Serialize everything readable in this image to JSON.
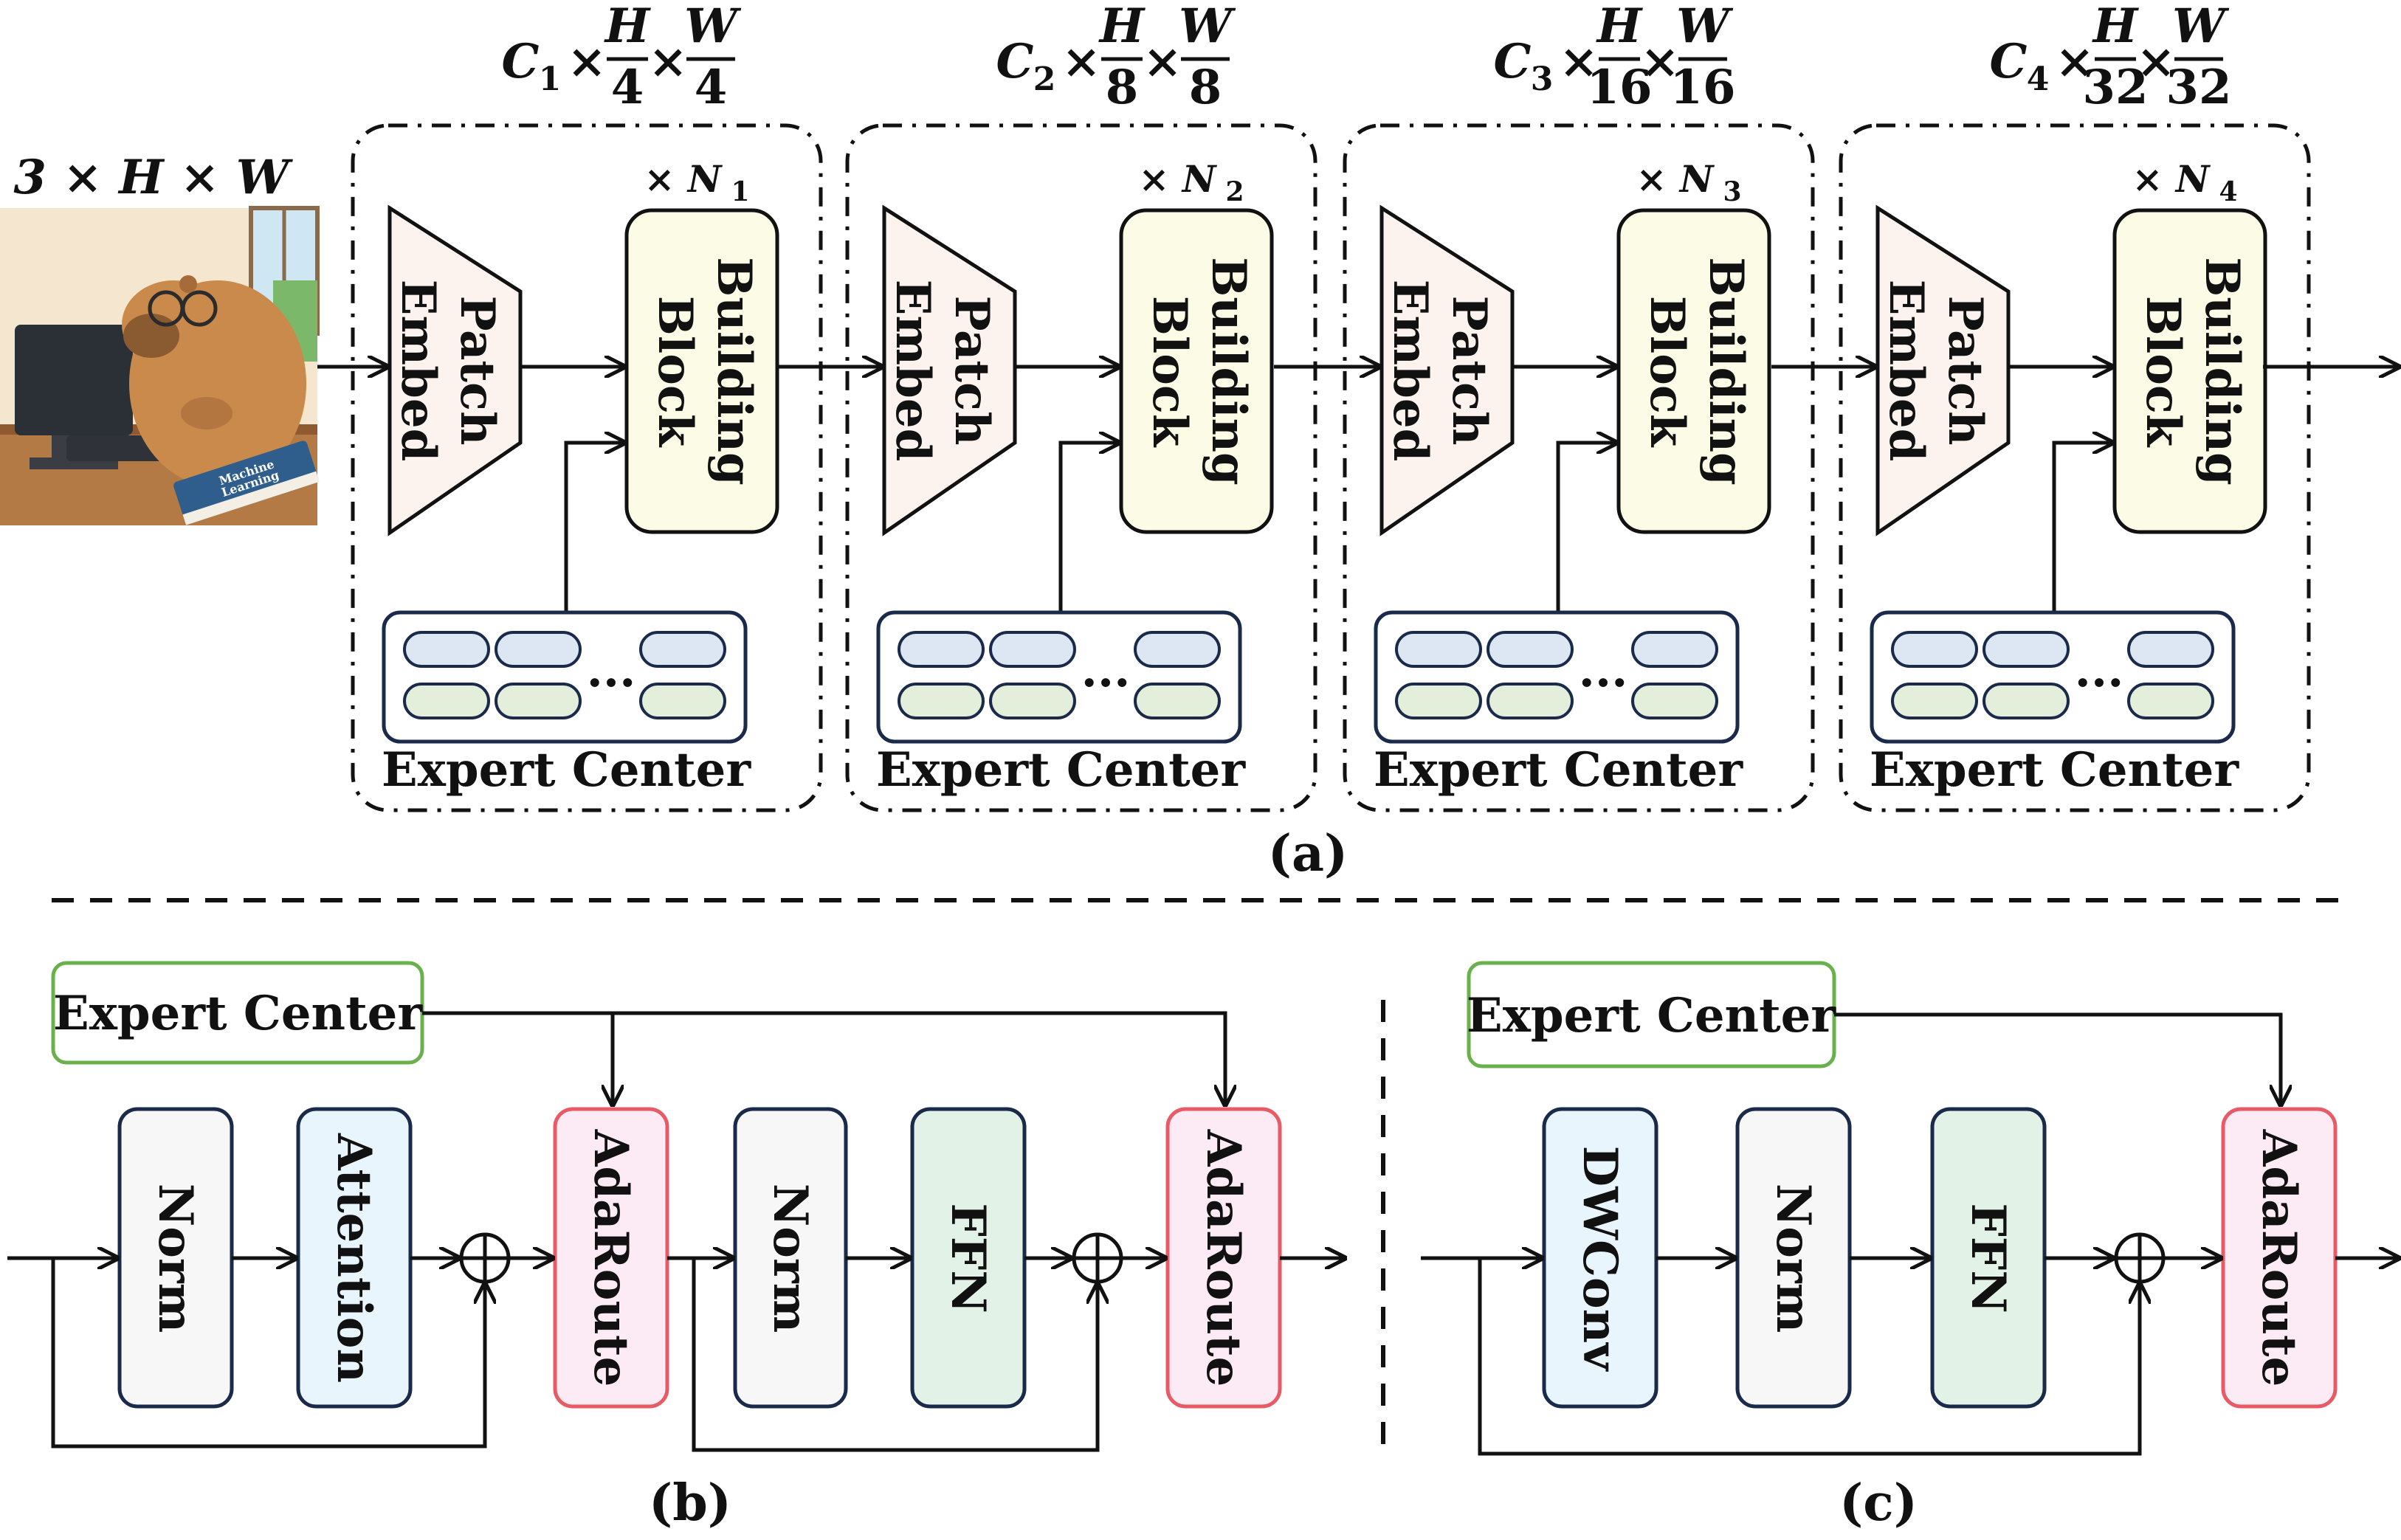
{
  "input": {
    "shape_label": "3 × H × W"
  },
  "image_book": {
    "line1": "Machine",
    "line2": "Learning"
  },
  "stages": [
    {
      "symbol": "C",
      "sub": "1",
      "denom": "4",
      "repeat": "N",
      "repeat_sub": "1",
      "patch_embed": [
        "Patch",
        "Embed"
      ],
      "building_block": [
        "Building",
        "Block"
      ],
      "expert_center": "Expert Center",
      "dots": "..."
    },
    {
      "symbol": "C",
      "sub": "2",
      "denom": "8",
      "repeat": "N",
      "repeat_sub": "2",
      "patch_embed": [
        "Patch",
        "Embed"
      ],
      "building_block": [
        "Building",
        "Block"
      ],
      "expert_center": "Expert Center",
      "dots": "..."
    },
    {
      "symbol": "C",
      "sub": "3",
      "denom": "16",
      "repeat": "N",
      "repeat_sub": "3",
      "patch_embed": [
        "Patch",
        "Embed"
      ],
      "building_block": [
        "Building",
        "Block"
      ],
      "expert_center": "Expert Center",
      "dots": "..."
    },
    {
      "symbol": "C",
      "sub": "4",
      "denom": "32",
      "repeat": "N",
      "repeat_sub": "4",
      "patch_embed": [
        "Patch",
        "Embed"
      ],
      "building_block": [
        "Building",
        "Block"
      ],
      "expert_center": "Expert Center",
      "dots": "..."
    }
  ],
  "dims": {
    "times": "×",
    "H": "H",
    "W": "W"
  },
  "captions": {
    "a": "(a)",
    "b": "(b)",
    "c": "(c)"
  },
  "panel_b": {
    "expert_center": "Expert Center",
    "blocks": [
      "Norm",
      "Attention",
      "AdaRoute",
      "Norm",
      "FFN",
      "AdaRoute"
    ]
  },
  "panel_c": {
    "expert_center": "Expert Center",
    "blocks": [
      "DWConv",
      "Norm",
      "FFN",
      "AdaRoute"
    ]
  },
  "colors": {
    "patch_embed_fill": "#fcf2ee",
    "building_block_fill": "#fcfce6",
    "expert_pill_blue": "#dde7f3",
    "expert_pill_green": "#e3eedb",
    "expert_border": "#1a2a4a",
    "expert_center_border": "#6ab04c",
    "adaroute_border": "#e85a66",
    "adaroute_fill": "#fcebf5",
    "attention_fill": "#e9f5fc",
    "ffn_fill": "#e3f2e6",
    "norm_fill": "#f7f7f7",
    "block_border": "#1a2a4a"
  }
}
